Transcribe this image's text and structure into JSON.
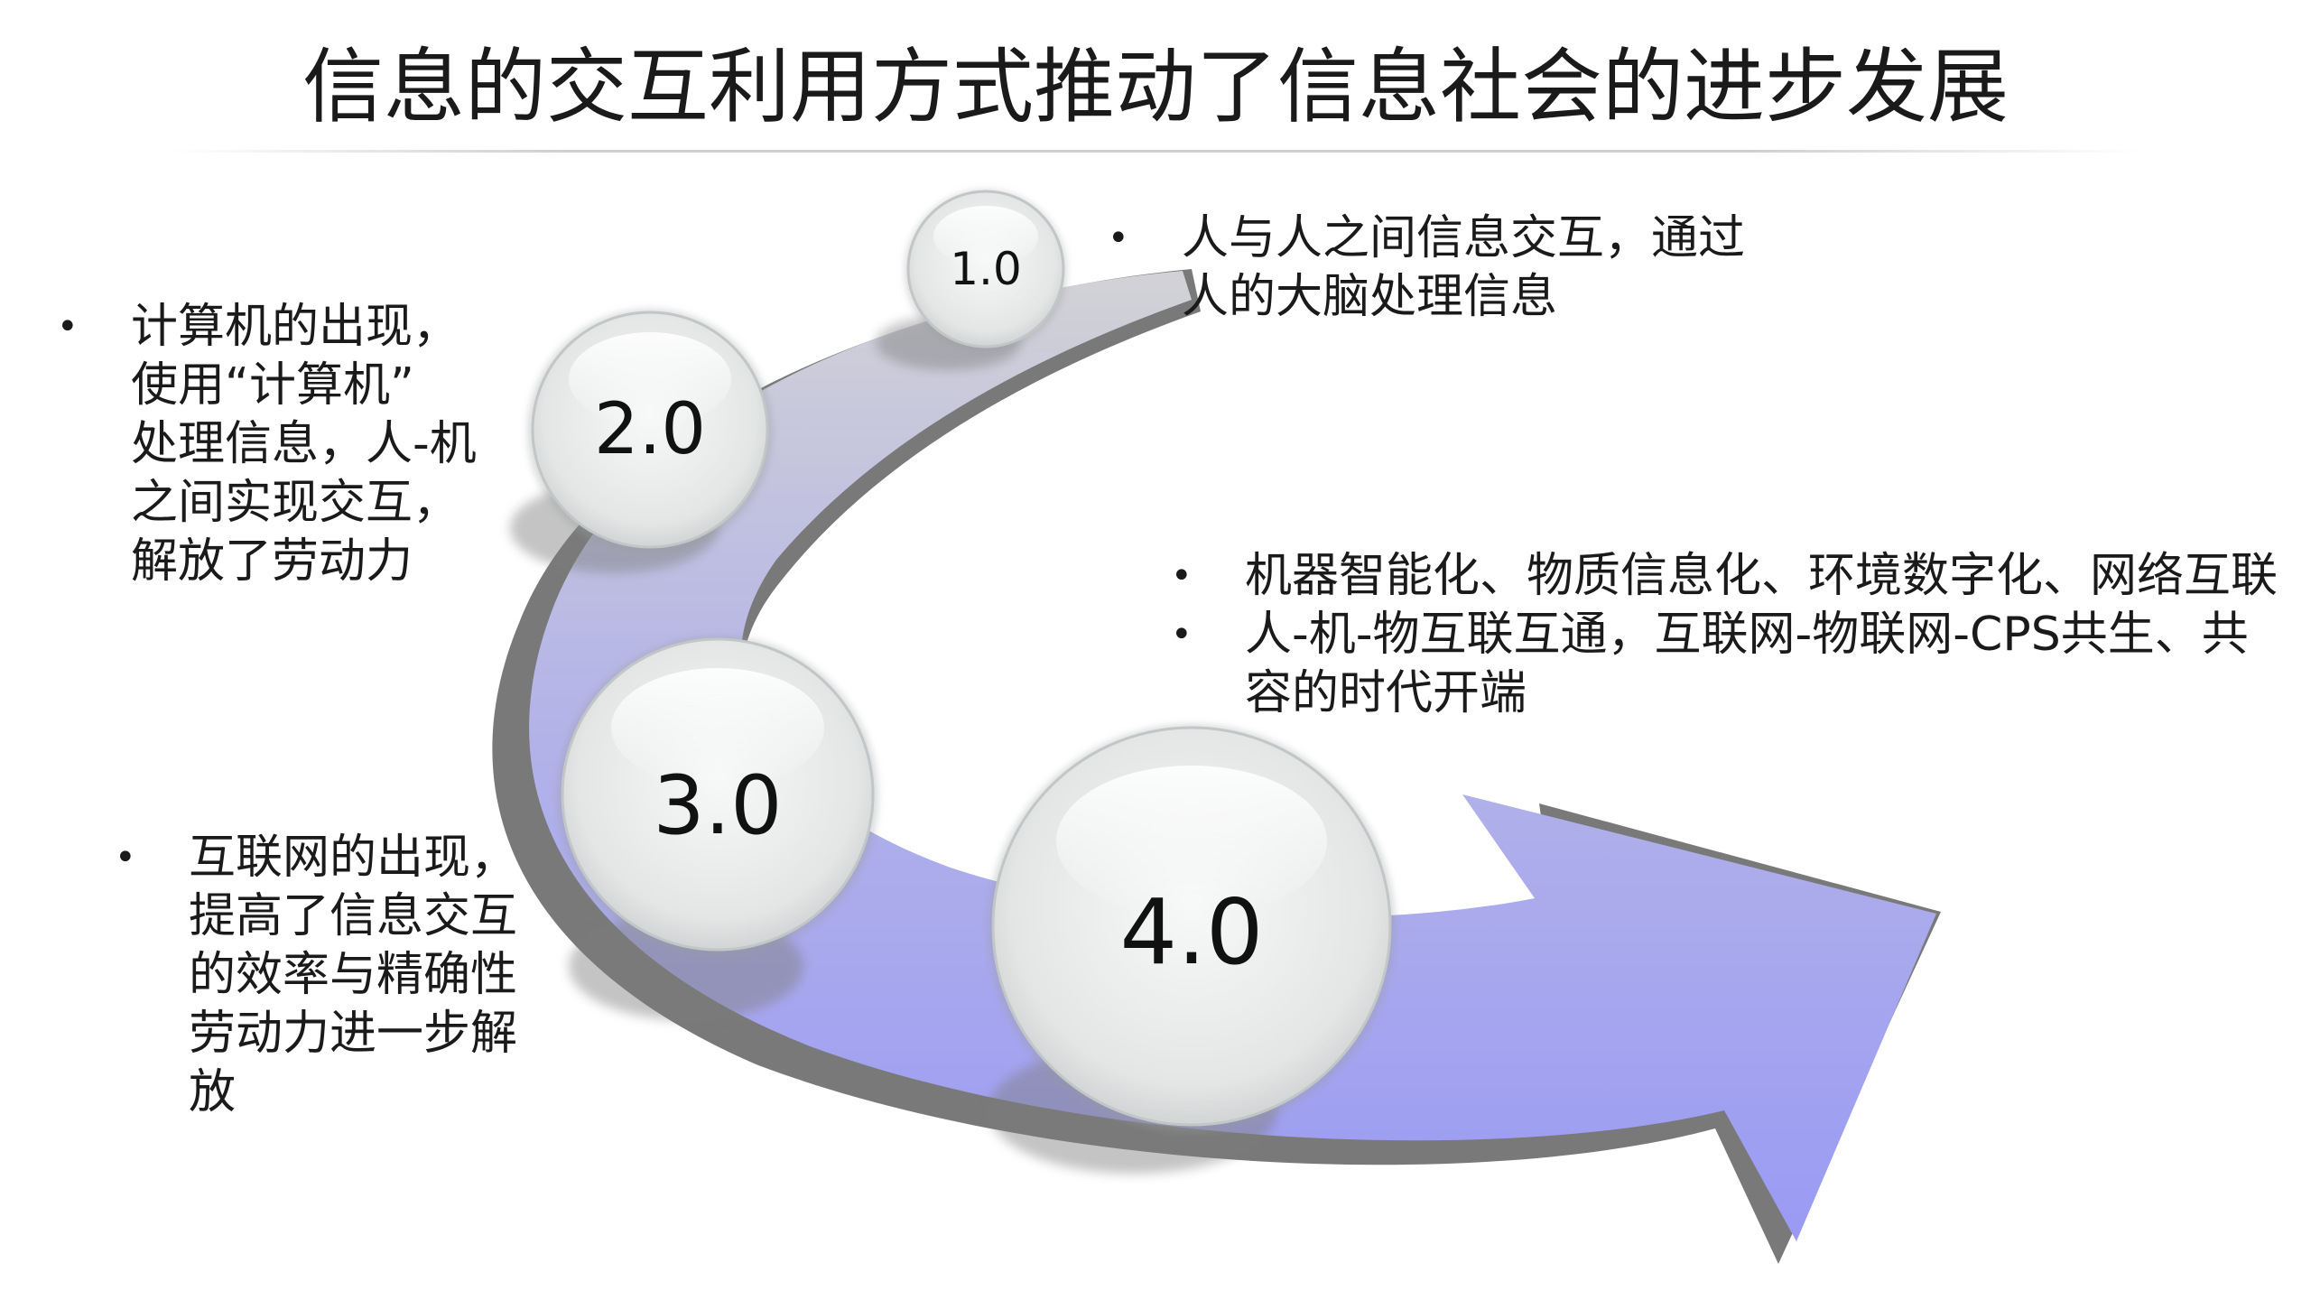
{
  "slide": {
    "title": "信息的交互利用方式推动了信息社会的进步发展"
  },
  "stages": [
    {
      "label": "1.0",
      "points": [
        "人与人之间信息交互，通过\n人的大脑处理信息"
      ]
    },
    {
      "label": "2.0",
      "points": [
        "计算机的出现，\n使用“计算机”\n处理信息，人-机\n之间实现交互，\n解放了劳动力"
      ]
    },
    {
      "label": "3.0",
      "points": [
        "互联网的出现，\n提高了信息交互\n的效率与精确性\n劳动力进一步解\n放"
      ]
    },
    {
      "label": "4.0",
      "points": [
        "机器智能化、物质信息化、环境数字化、网络互联",
        "人-机-物互联互通，互联网-物联网-CPS共生、共\n容的时代开端"
      ]
    }
  ],
  "colors": {
    "arrow_top": "#d2d2d6",
    "arrow_mid": "#b4b4e8",
    "arrow_bottom": "#9a9af4",
    "shadow": "#6a6a6a",
    "badge_fill": "#e6e8e8"
  }
}
